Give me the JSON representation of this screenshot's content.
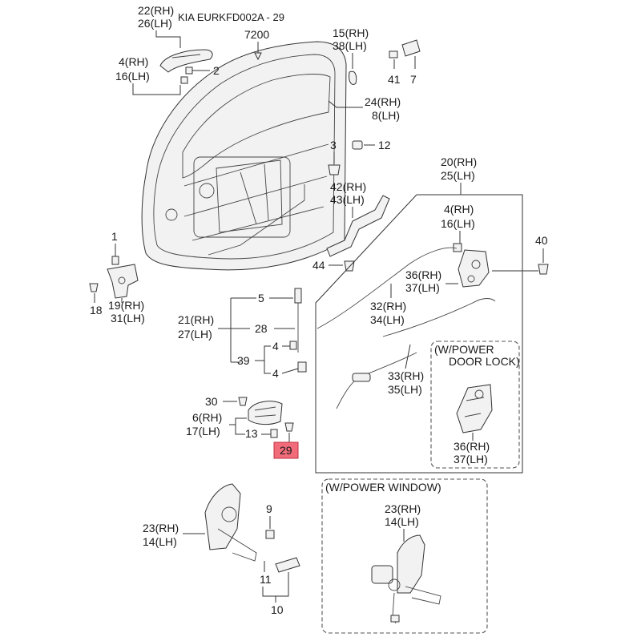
{
  "header": {
    "title": "KIA EURKFD002A - 29"
  },
  "callouts": {
    "c7200": "7200",
    "c22_rh": "22(RH)",
    "c26_lh": "26(LH)",
    "c4_rh_top": "4(RH)",
    "c16_lh_top": "16(LH)",
    "c2": "2",
    "c15_rh": "15(RH)",
    "c38_lh": "38(LH)",
    "c41": "41",
    "c7": "7",
    "c24_rh": "24(RH)",
    "c8_lh": "8(LH)",
    "c3": "3",
    "c12": "12",
    "c42_rh": "42(RH)",
    "c43_lh": "43(LH)",
    "c44": "44",
    "c20_rh": "20(RH)",
    "c25_lh": "25(LH)",
    "c4_rh_mid": "4(RH)",
    "c16_lh_mid": "16(LH)",
    "c40": "40",
    "c36_rh": "36(RH)",
    "c37_lh": "37(LH)",
    "c32_rh": "32(RH)",
    "c34_lh": "34(LH)",
    "c33_rh": "33(RH)",
    "c35_lh": "35(LH)",
    "c1": "1",
    "c18": "18",
    "c19_rh": "19(RH)",
    "c31_lh": "31(LH)",
    "c5": "5",
    "c21_rh": "21(RH)",
    "c27_lh": "27(LH)",
    "c28": "28",
    "c4a": "4",
    "c39": "39",
    "c4b": "4",
    "c30": "30",
    "c6_rh": "6(RH)",
    "c17_lh": "17(LH)",
    "c13": "13",
    "c29": "29",
    "c23_rh_left": "23(RH)",
    "c14_lh_left": "14(LH)",
    "c9": "9",
    "c11": "11",
    "c10": "10",
    "c36_rh_b": "36(RH)",
    "c37_lh_b": "37(LH)",
    "c23_rh_right": "23(RH)",
    "c14_lh_right": "14(LH)"
  },
  "boxes": {
    "power_door_lock_1": "(W/POWER",
    "power_door_lock_2": "DOOR LOCK)",
    "power_window": "(W/POWER WINDOW)"
  },
  "colors": {
    "highlight": "#f26b7a",
    "line": "#333333"
  }
}
